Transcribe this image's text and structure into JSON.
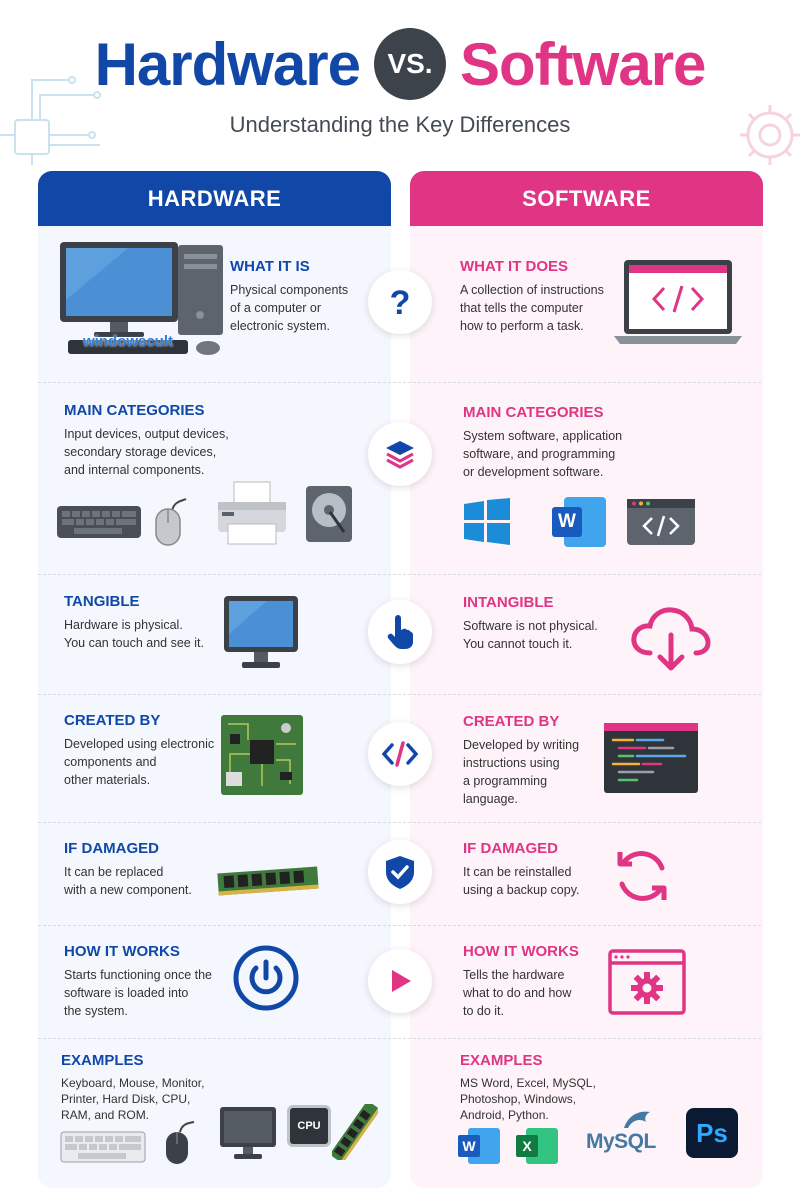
{
  "header": {
    "title_left": "Hardware",
    "vs": "VS.",
    "title_right": "Software",
    "subtitle": "Understanding the Key Differences"
  },
  "columns": {
    "hardware": "HARDWARE",
    "software": "SOFTWARE"
  },
  "watermark": "windowscult",
  "hardware_sections": [
    {
      "title": "WHAT IT IS",
      "text": "Physical components\nof a computer or\nelectronic system."
    },
    {
      "title": "MAIN CATEGORIES",
      "text": "Input devices, output devices,\nsecondary storage devices,\nand internal components."
    },
    {
      "title": "TANGIBLE",
      "text": "Hardware is physical.\nYou can touch and see it."
    },
    {
      "title": "CREATED BY",
      "text": "Developed using electronic\ncomponents and\nother materials."
    },
    {
      "title": "IF DAMAGED",
      "text": "It can be replaced\nwith a new component."
    },
    {
      "title": "HOW IT WORKS",
      "text": "Starts functioning once the\nsoftware is loaded into\nthe system."
    },
    {
      "title": "EXAMPLES",
      "text": "Keyboard, Mouse, Monitor,\nPrinter, Hard Disk, CPU,\nRAM, and ROM."
    }
  ],
  "software_sections": [
    {
      "title": "WHAT IT DOES",
      "text": "A collection of instructions\nthat tells the computer\nhow to perform a task."
    },
    {
      "title": "MAIN CATEGORIES",
      "text": "System software, application\nsoftware, and programming\nor development software."
    },
    {
      "title": "INTANGIBLE",
      "text": "Software is not physical.\nYou cannot touch it."
    },
    {
      "title": "CREATED BY",
      "text": "Developed by writing\ninstructions using\na programming\nlanguage."
    },
    {
      "title": "IF DAMAGED",
      "text": "It can be reinstalled\nusing a backup copy."
    },
    {
      "title": "HOW IT WORKS",
      "text": "Tells the hardware\nwhat to do and how\nto do it."
    },
    {
      "title": "EXAMPLES",
      "text": "MS Word, Excel, MySQL,\nPhotoshop, Windows,\nAndroid, Python."
    }
  ],
  "logos": {
    "cpu": "CPU",
    "word": "W",
    "excel": "X",
    "mysql": "MySQL",
    "photoshop": "Ps"
  },
  "colors": {
    "hardware": "#1148a8",
    "software": "#e03585",
    "vs_badge": "#3d434b"
  },
  "center_icons": [
    "question-icon",
    "layers-icon",
    "touch-hand-icon",
    "code-icon",
    "shield-check-icon",
    "play-icon"
  ]
}
